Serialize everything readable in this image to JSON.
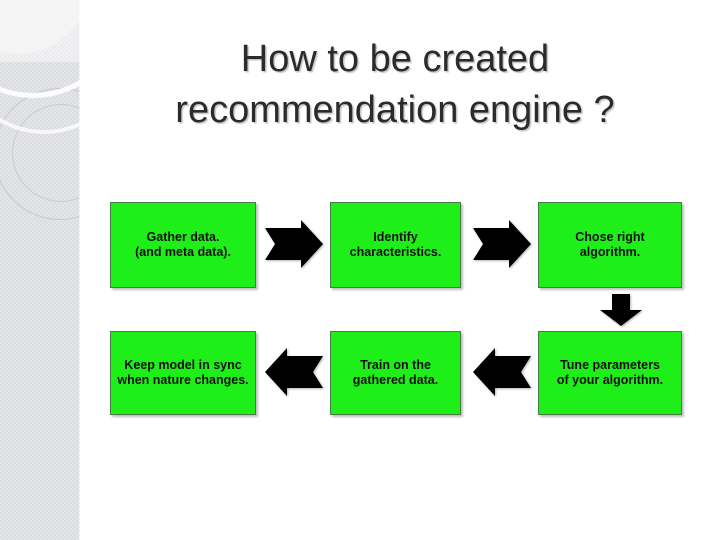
{
  "slide": {
    "background_color": "#ffffff",
    "accent_color": "#1fef19",
    "arrow_color": "#000000",
    "title_color": "#2b2b2b",
    "band_color": "#e0e1e5"
  },
  "title": {
    "text": "How to be created\nrecommendation engine ?",
    "line1": "How to be created",
    "line2": "recommendation engine ?"
  },
  "chart_data": {
    "type": "diagram",
    "title": "How to be created recommendation engine ?",
    "layout": "snake-flow, 2 rows x 3 columns",
    "nodes": [
      {
        "id": "step-1",
        "order": 1,
        "row": 1,
        "col": 1,
        "label": "Gather data.\n(and meta data).",
        "fill": "#1fef19"
      },
      {
        "id": "step-2",
        "order": 2,
        "row": 1,
        "col": 2,
        "label": "Identify\ncharacteristics.",
        "fill": "#1fef19"
      },
      {
        "id": "step-3",
        "order": 3,
        "row": 1,
        "col": 3,
        "label": "Chose right\nalgorithm.",
        "fill": "#1fef19"
      },
      {
        "id": "step-4",
        "order": 4,
        "row": 2,
        "col": 3,
        "label": "Tune parameters\nof your algorithm.",
        "fill": "#1fef19"
      },
      {
        "id": "step-5",
        "order": 5,
        "row": 2,
        "col": 2,
        "label": "Train on the\ngathered data.",
        "fill": "#1fef19"
      },
      {
        "id": "step-6",
        "order": 6,
        "row": 2,
        "col": 1,
        "label": "Keep model in sync\nwhen nature changes.",
        "fill": "#1fef19"
      }
    ],
    "edges": [
      {
        "id": "edge-1",
        "from": "step-1",
        "to": "step-2",
        "direction": "right",
        "style": "notched-block-arrow"
      },
      {
        "id": "edge-2",
        "from": "step-2",
        "to": "step-3",
        "direction": "right",
        "style": "notched-block-arrow"
      },
      {
        "id": "edge-3",
        "from": "step-3",
        "to": "step-4",
        "direction": "down",
        "style": "block-arrow"
      },
      {
        "id": "edge-4",
        "from": "step-4",
        "to": "step-5",
        "direction": "left",
        "style": "notched-block-arrow"
      },
      {
        "id": "edge-5",
        "from": "step-5",
        "to": "step-6",
        "direction": "left",
        "style": "notched-block-arrow"
      }
    ]
  }
}
